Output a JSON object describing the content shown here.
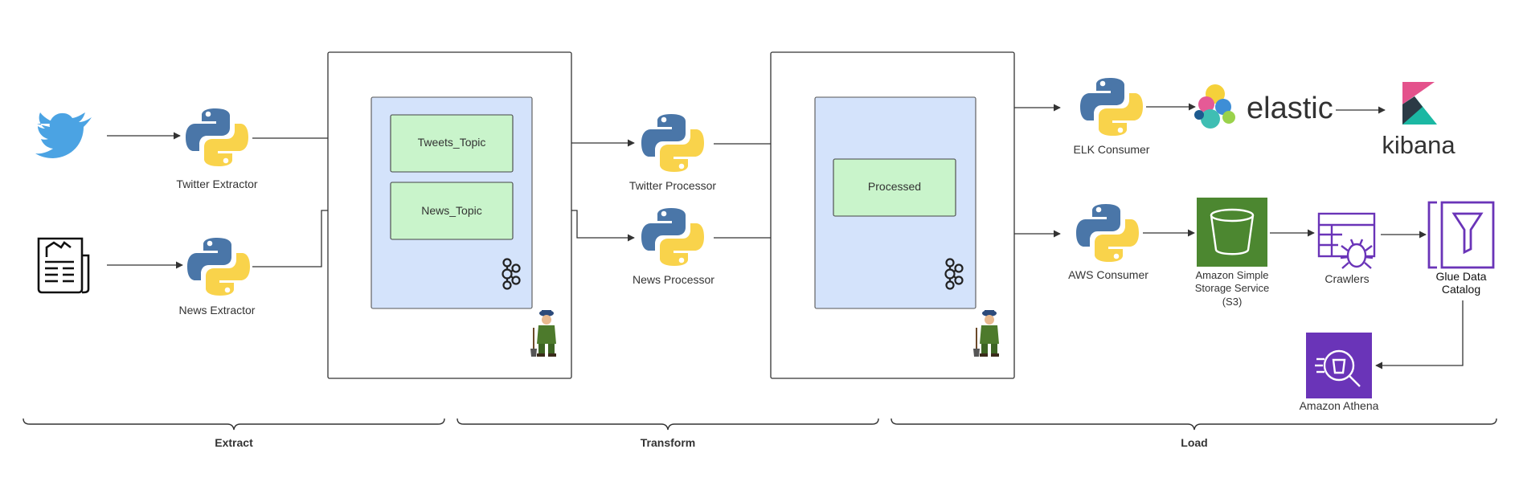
{
  "nodes": {
    "twitter_extractor": "Twitter Extractor",
    "news_extractor": "News Extractor",
    "tweets_topic": "Tweets_Topic",
    "news_topic": "News_Topic",
    "twitter_processor": "Twitter Processor",
    "news_processor": "News Processor",
    "processed": "Processed",
    "elk_consumer": "ELK Consumer",
    "aws_consumer": "AWS Consumer",
    "elastic": "elastic",
    "kibana": "kibana",
    "s3_line1": "Amazon Simple",
    "s3_line2": "Storage Service",
    "s3_line3": "(S3)",
    "crawlers": "Crawlers",
    "glue_line1": "Glue Data",
    "glue_line2": "Catalog",
    "athena": "Amazon Athena"
  },
  "stages": {
    "extract": "Extract",
    "transform": "Transform",
    "load": "Load"
  },
  "colors": {
    "kafka_fill": "#d4e3fb",
    "topic_fill": "#c9f4cb",
    "python_blue": "#4a76a8",
    "python_yellow": "#f9d34b",
    "twitter_blue": "#4ba3e3",
    "s3_green": "#4c8730",
    "aws_purple": "#6a34b8",
    "kibana_pink": "#e4528c",
    "kibana_teal": "#1bb8a3"
  },
  "icons": [
    "twitter-bird-icon",
    "newspaper-icon",
    "python-icon",
    "kafka-icon",
    "zookeeper-icon",
    "elastic-logo",
    "kibana-logo",
    "s3-bucket-icon",
    "crawlers-icon",
    "glue-catalog-icon",
    "athena-icon"
  ]
}
